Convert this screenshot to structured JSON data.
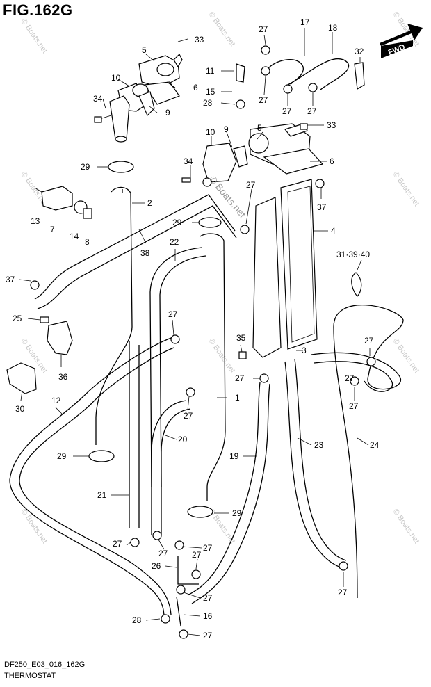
{
  "figure": {
    "title": "FIG.162G",
    "code": "DF250_E03_016_162G",
    "name": "THERMOSTAT",
    "fwd_label": "FWD",
    "watermark": "© Boats.net",
    "watermark_center": "© Boats.net"
  },
  "labels": {
    "n1": "1",
    "n2": "2",
    "n3": "3",
    "n4": "4",
    "n5a": "5",
    "n5b": "5",
    "n6a": "6",
    "n6b": "6",
    "n7": "7",
    "n8": "8",
    "n9a": "9",
    "n9b": "9",
    "n10a": "10",
    "n10b": "10",
    "n11": "11",
    "n12": "12",
    "n13": "13",
    "n14": "14",
    "n15": "15",
    "n16": "16",
    "n17": "17",
    "n18": "18",
    "n19": "19",
    "n20": "20",
    "n21": "21",
    "n22": "22",
    "n23": "23",
    "n24": "24",
    "n25": "25",
    "n26": "26",
    "n28a": "28",
    "n28b": "28",
    "n29a": "29",
    "n29b": "29",
    "n29c": "29",
    "n29d": "29",
    "n30": "30",
    "n32": "32",
    "n33a": "33",
    "n33b": "33",
    "n34a": "34",
    "n34b": "34",
    "n35": "35",
    "n36": "36",
    "n37a": "37",
    "n37b": "37",
    "n38": "38",
    "n31": "31·39·40",
    "c27_1": "27",
    "c27_2": "27",
    "c27_3": "27",
    "c27_4": "27",
    "c27_5": "27",
    "c27_6": "27",
    "c27_7": "27",
    "c27_8": "27",
    "c27_9": "27",
    "c27_10": "27",
    "c27_11": "27",
    "c27_12": "27",
    "c27_13": "27",
    "c27_14": "27",
    "c27_15": "27",
    "c27_16": "27",
    "c27_17": "27"
  }
}
